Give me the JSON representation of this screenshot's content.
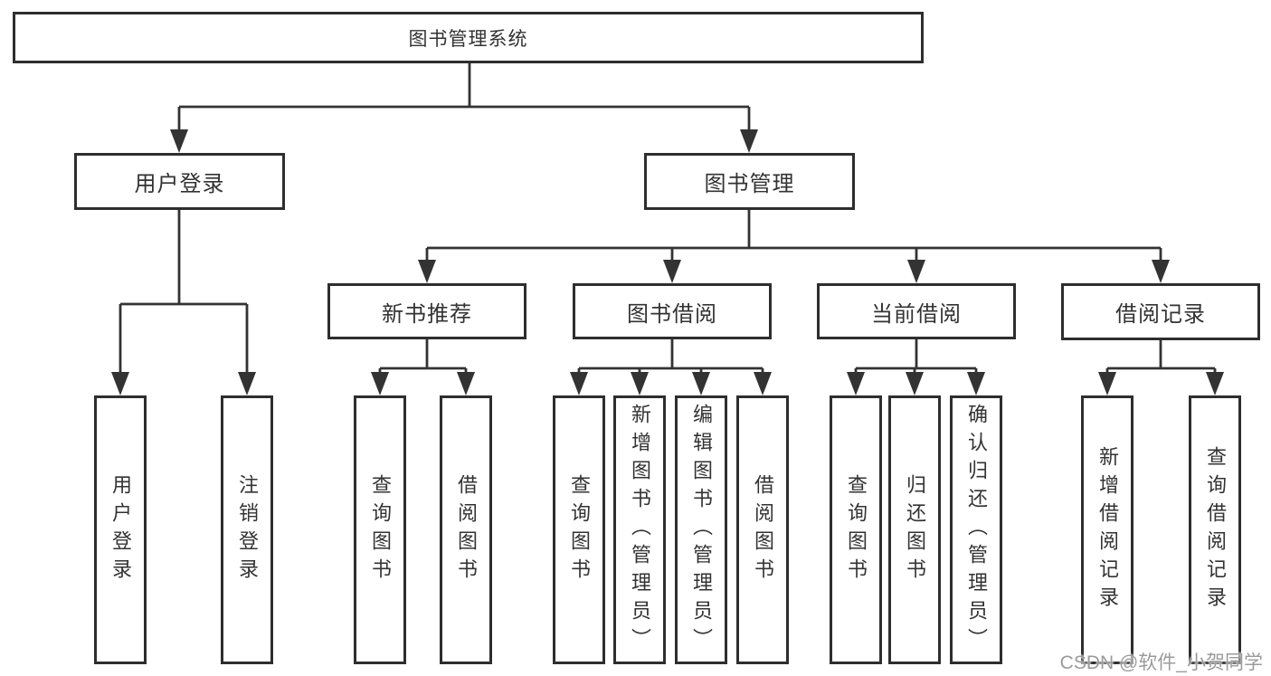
{
  "diagram": {
    "title": "图书管理系统",
    "tree": {
      "label": "图书管理系统",
      "children": [
        {
          "label": "用户登录",
          "children": [
            {
              "label": "用户登录"
            },
            {
              "label": "注销登录"
            }
          ]
        },
        {
          "label": "图书管理",
          "children": [
            {
              "label": "新书推荐",
              "children": [
                {
                  "label": "查询图书"
                },
                {
                  "label": "借阅图书"
                }
              ]
            },
            {
              "label": "图书借阅",
              "children": [
                {
                  "label": "查询图书"
                },
                {
                  "label": "新增图书（管理员）"
                },
                {
                  "label": "编辑图书（管理员）"
                },
                {
                  "label": "借阅图书"
                }
              ]
            },
            {
              "label": "当前借阅",
              "children": [
                {
                  "label": "查询图书"
                },
                {
                  "label": "归还图书"
                },
                {
                  "label": "确认归还（管理员）"
                }
              ]
            },
            {
              "label": "借阅记录",
              "children": [
                {
                  "label": "新增借阅记录"
                },
                {
                  "label": "查询借阅记录"
                }
              ]
            }
          ]
        }
      ]
    }
  },
  "watermark": {
    "text": "CSDN @软件_小贺同学"
  },
  "colors": {
    "border": "#2e2e2e",
    "line": "#333333",
    "text": "#333333",
    "watermark": "#9b9b9b",
    "background": "#ffffff"
  }
}
